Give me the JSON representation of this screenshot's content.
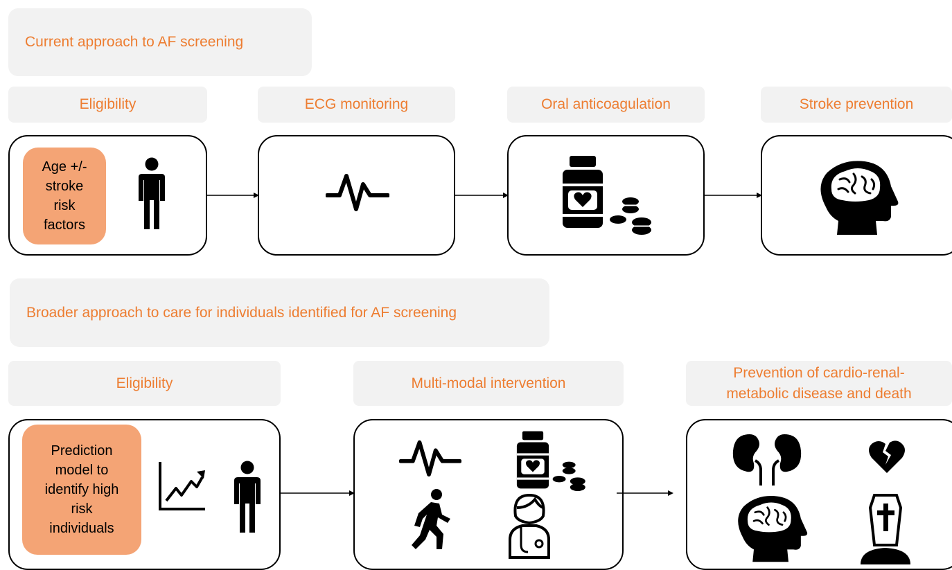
{
  "top": {
    "heading": "Current approach to AF screening",
    "stages": [
      {
        "label": "Eligibility",
        "criteria": "Age +/-\nstroke\nrisk\nfactors"
      },
      {
        "label": "ECG monitoring"
      },
      {
        "label": "Oral anticoagulation"
      },
      {
        "label": "Stroke prevention"
      }
    ]
  },
  "bottom": {
    "heading": "Broader approach to care for individuals identified for AF screening",
    "stages": [
      {
        "label": "Eligibility",
        "criteria": "Prediction\nmodel to\nidentify high\nrisk\nindividuals"
      },
      {
        "label": "Multi-modal intervention"
      },
      {
        "label": "Prevention of cardio-renal-\nmetabolic disease and death"
      }
    ]
  },
  "colors": {
    "accent": "#ed7d31",
    "criteria_fill": "#f4a475",
    "panel": "#f2f2f2"
  },
  "icons": [
    "person-icon",
    "ecg-waveform-icon",
    "medicine-bottle-icon",
    "coins-icon",
    "brain-head-icon",
    "trend-chart-icon",
    "walking-person-icon",
    "doctor-icon",
    "kidneys-icon",
    "broken-heart-icon",
    "coffin-icon"
  ]
}
